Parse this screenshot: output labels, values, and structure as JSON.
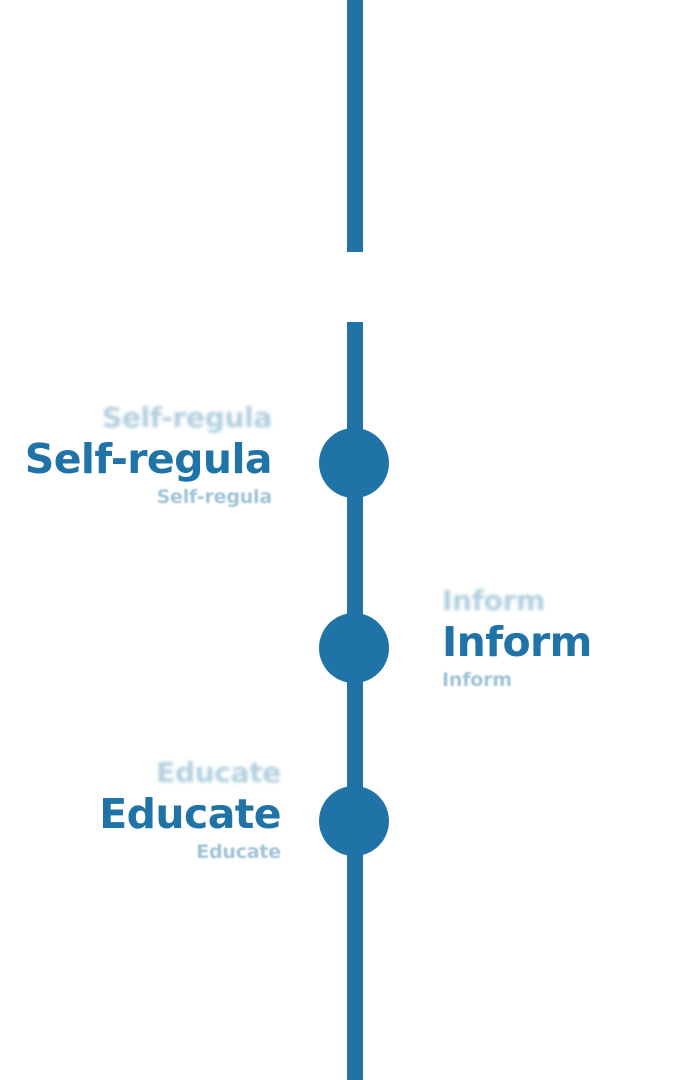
{
  "timeline": {
    "items": [
      {
        "label": "Self-regula",
        "ghost_top": "Self-regula",
        "ghost_bottom": "Self-regula",
        "side": "left"
      },
      {
        "label": "Inform",
        "ghost_top": "Inform",
        "ghost_bottom": "Inform",
        "side": "right"
      },
      {
        "label": "Educate",
        "ghost_top": "Educate",
        "ghost_bottom": "Educate",
        "side": "left"
      }
    ]
  },
  "colors": {
    "accent": "#1f73a6",
    "background": "#ffffff"
  }
}
